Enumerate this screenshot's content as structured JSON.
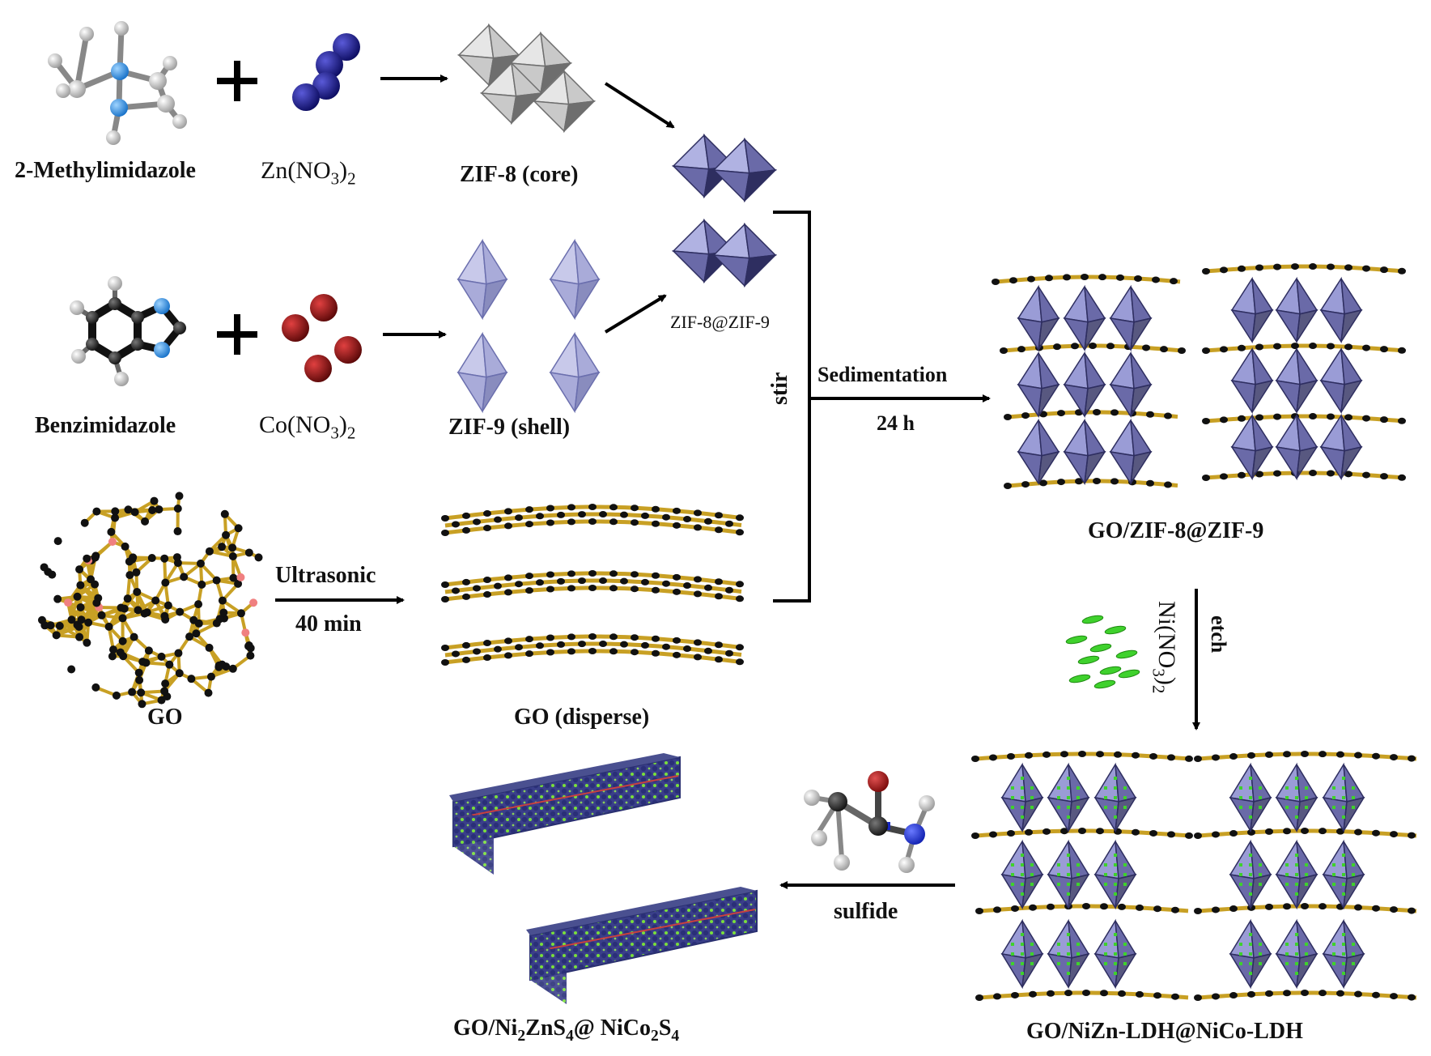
{
  "labels": {
    "methylimidazole": "2-Methylimidazole",
    "zn_nitrate": {
      "pre": "Zn(NO",
      "s1": "3",
      "mid": ")",
      "s2": "2"
    },
    "zif8_core": "ZIF-8 (core)",
    "benzimidazole": "Benzimidazole",
    "co_nitrate": {
      "pre": "Co(NO",
      "s1": "3",
      "mid": ")",
      "s2": "2"
    },
    "zif9_shell": "ZIF-9 (shell)",
    "zif8_zif9": "ZIF-8@ZIF-9",
    "stir": "stir",
    "sedimentation": "Sedimentation",
    "time_24h": "24 h",
    "go_zif": "GO/ZIF-8@ZIF-9",
    "go": "GO",
    "ultrasonic": "Ultrasonic",
    "time_40min": "40 min",
    "go_disperse": "GO (disperse)",
    "etch": "etch",
    "ni_nitrate": {
      "pre": "Ni(NO",
      "s1": "3",
      "mid": ")",
      "s2": "2"
    },
    "sulfide": "sulfide",
    "go_ldh": "GO/NiZn-LDH@NiCo-LDH",
    "go_sulfide": {
      "a": "GO/Ni",
      "s1": "2",
      "b": "ZnS",
      "s2": "4",
      "c": "@ NiCo",
      "s3": "2",
      "d": "S",
      "s4": "4"
    },
    "plus": "+"
  },
  "colors": {
    "gold": "#c8a024",
    "zif8_purple": "#6a6aa8",
    "zif9_lavender": "#a9abd9",
    "co_red": "#9c1212",
    "zn_blue": "#1c1c8c",
    "nitrogen_blue": "#2a8ee0",
    "ni_green": "#3fd12d"
  }
}
